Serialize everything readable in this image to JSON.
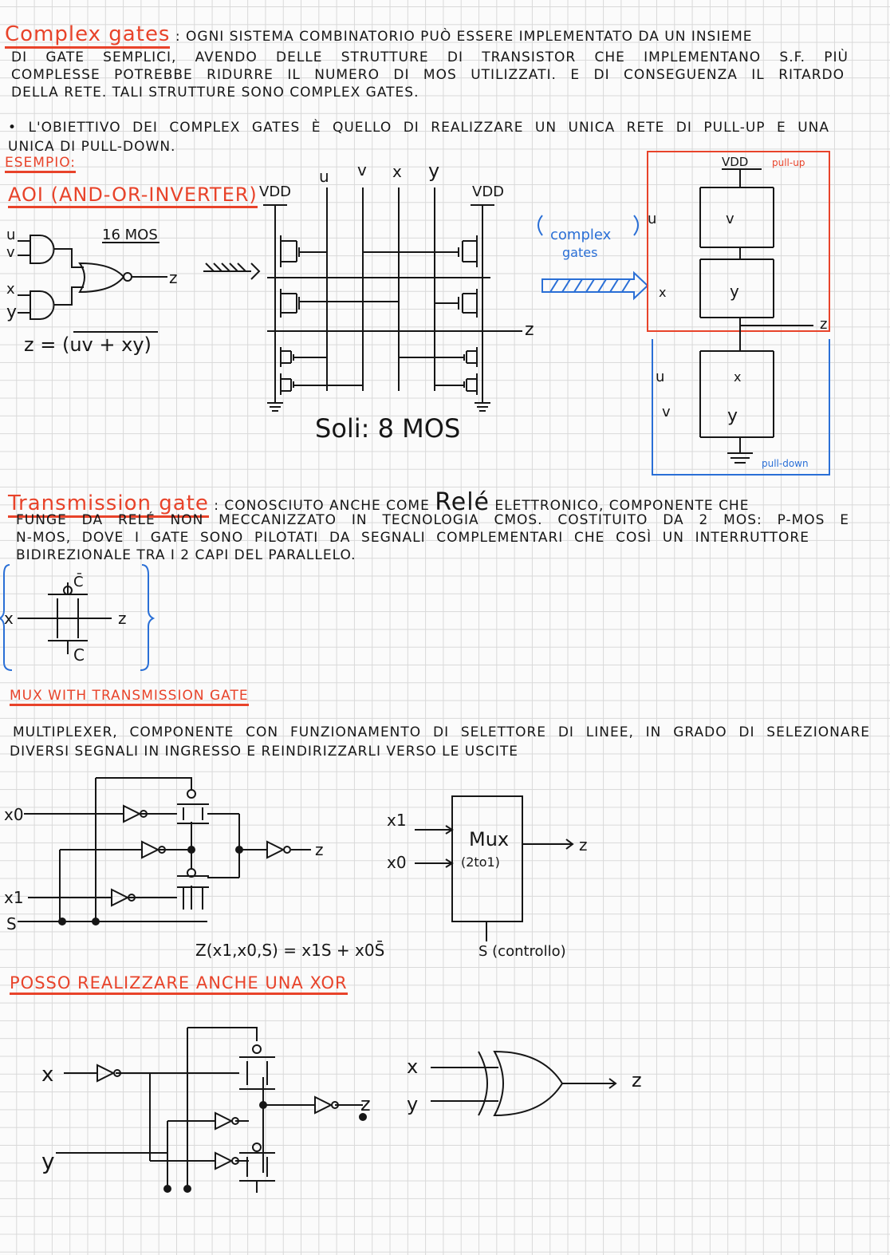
{
  "complex_gates": {
    "title": "Complex gates",
    "lines": [
      ": Ogni sistema combinatorio può essere implementato da un insieme",
      "di gate semplici, avendo delle strutture di transistor che implementano s.f. più",
      "complesse potrebbe ridurre il numero di MOS utilizzati. e di conseguenza il ritardo",
      "della rete. Tali strutture sono complex gates."
    ],
    "bullet_lines": [
      "• L'obiettivo dei complex gates è quello di realizzare un unica rete di Pull-up e una",
      "unica di Pull-down."
    ],
    "example_label": "Esempio:"
  },
  "aoi": {
    "title": "AOI (AND-OR-INVERTER)",
    "mos_count": "16 MOS",
    "inputs": [
      "u",
      "v",
      "x",
      "y"
    ],
    "output": "z",
    "formula": "z = (uv + xy)",
    "cmos_inputs": [
      "u",
      "v",
      "x",
      "y"
    ],
    "vdd_left": "VDD",
    "vdd_right": "VDD",
    "cmos_output": "z",
    "result": "Soli: 8 MOS",
    "complex_label_1": "complex",
    "complex_label_2": "gates",
    "pullup_label": "pull-up",
    "pulldown_label": "pull-down",
    "net_vdd": "VDD",
    "net_output": "z",
    "pu_gates": [
      "u",
      "v",
      "x",
      "y"
    ],
    "pd_gates": [
      "u",
      "v",
      "x",
      "y"
    ]
  },
  "transmission_gate": {
    "title": "Transmission gate",
    "lines": [
      ": Conosciuto anche come",
      "Relé",
      "elettronico, componente che",
      "funge da relé non meccanizzato in tecnologia CMOS. Costituito da 2 MOS: p-MOS e",
      "n-MOS, dove i gate sono pilotati da segnali complementari che così un interruttore",
      "bidirezionale tra i 2 capi del parallelo."
    ],
    "input": "x",
    "output": "z",
    "control_bar": "C̄",
    "control": "C"
  },
  "mux": {
    "title": "Mux with transmission gate",
    "lines": [
      "Multiplexer, componente con funzionamento di selettore di linee, in grado di selezionare",
      "diversi segnali in ingresso e reindirizzarli verso le uscite"
    ],
    "inputs": [
      "x0",
      "x1",
      "S"
    ],
    "output": "z",
    "formula": "Z(x1,x0,S) = x1S + x0S̄",
    "block_label": "Mux",
    "block_sub": "(2to1)",
    "block_inputs": [
      "x1",
      "x0"
    ],
    "block_output": "z",
    "block_control": "S (controllo)"
  },
  "xor": {
    "title": "Posso realizzare anche una XOR",
    "inputs": [
      "x",
      "y"
    ],
    "output": "z",
    "symbol_inputs": [
      "x",
      "y"
    ],
    "symbol_output": "z"
  },
  "colors": {
    "accent_red": "#e8432a",
    "accent_blue": "#2a6fd6",
    "ink": "#161616"
  }
}
